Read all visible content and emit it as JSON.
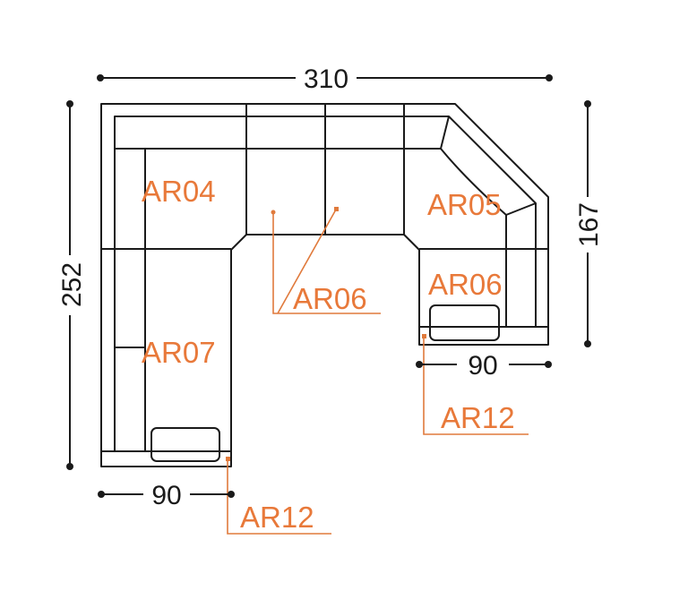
{
  "dimensions": {
    "width_total": "310",
    "depth_left": "252",
    "depth_right": "167",
    "arm_left": "90",
    "arm_right": "90"
  },
  "modules": {
    "left_corner": "AR04",
    "right_corner": "AR05",
    "middle_seats": "AR06",
    "right_seat": "AR06",
    "left_chaise": "AR07",
    "left_arm": "AR12",
    "right_arm": "AR12"
  },
  "colors": {
    "label": "#e8793a",
    "outline": "#1a1a1a"
  }
}
